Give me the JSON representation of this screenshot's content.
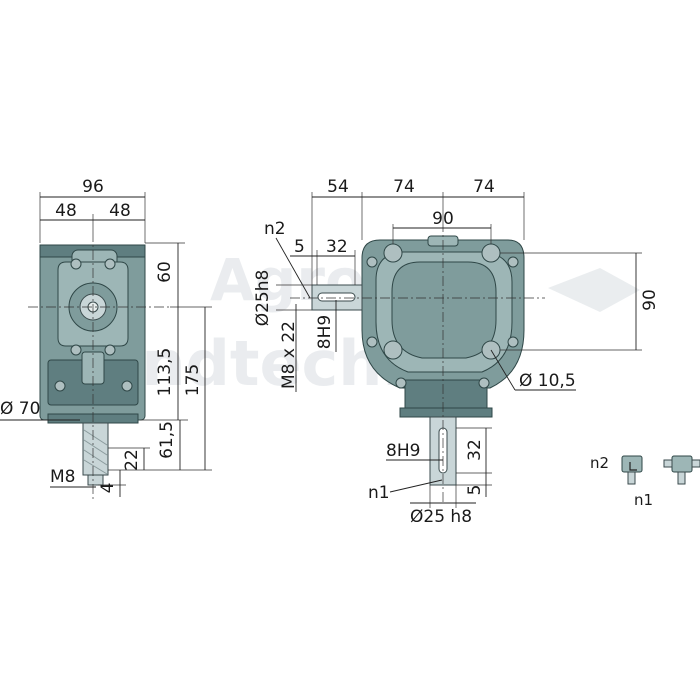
{
  "side_view": {
    "width_total": "96",
    "width_left": "48",
    "width_right": "48",
    "height_top": "60",
    "height_mid": "113,5",
    "height_total": "175",
    "height_shaft": "61,5",
    "flange_dia": "Ø 70",
    "thread": "M8",
    "shaft_step": "22",
    "shaft_end": "4"
  },
  "front_view": {
    "offset_left": "54",
    "width_left": "74",
    "width_right": "74",
    "bolt_spacing_h": "90",
    "bolt_spacing_v": "90",
    "hole_dia": "Ø 10,5",
    "input_label": "n2",
    "input_shoulder": "5",
    "input_length": "32",
    "input_dia": "Ø25h8",
    "input_key": "8H9",
    "input_thread": "M8 x 22",
    "output_key": "8H9",
    "output_length": "32",
    "output_shoulder": "5",
    "output_label": "n1",
    "output_dia": "Ø25 h8"
  },
  "legend": {
    "label_n2": "n2",
    "label_n1": "n1"
  },
  "watermark": {
    "line1": "Agro",
    "line2": "Landtechnik"
  }
}
